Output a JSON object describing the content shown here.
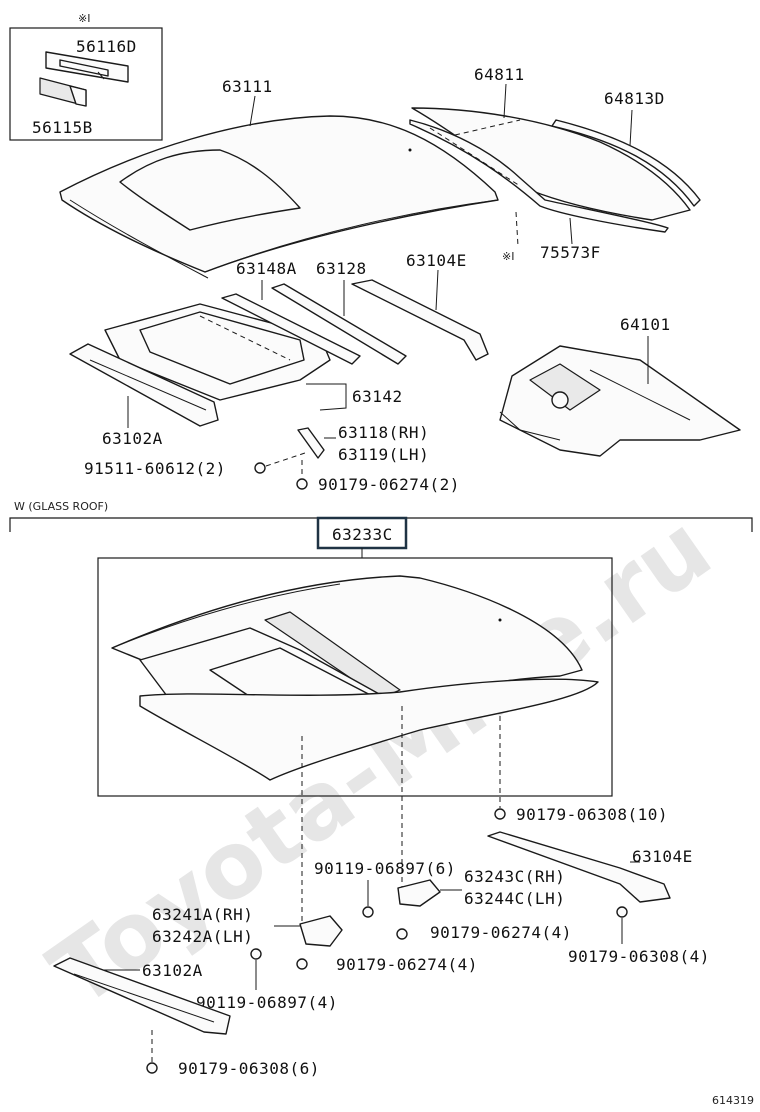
{
  "watermark": "Toyota-Mine.ru",
  "diagram_id": "614319",
  "section_glass_roof": "W (GLASS ROOF)",
  "note_mark_1": "※Ⅰ",
  "note_mark_2": "※Ⅰ",
  "labels": {
    "p56116D": "56116D",
    "p56115B": "56115B",
    "p63111": "63111",
    "p64811": "64811",
    "p64813D": "64813D",
    "p75573F": "75573F",
    "p63148A": "63148A",
    "p63128": "63128",
    "p63104E_top": "63104E",
    "p64101": "64101",
    "p63142": "63142",
    "p63102A_top": "63102A",
    "p63118": "63118(RH)",
    "p63119": "63119(LH)",
    "p91511": "91511-60612(2)",
    "p90179_06274_2": "90179-06274(2)",
    "p63233C": "63233C",
    "p90179_06308_10": "90179-06308(10)",
    "p63104E_bot": "63104E",
    "p90119_06897_6": "90119-06897(6)",
    "p63243C": "63243C(RH)",
    "p63244C": "63244C(LH)",
    "p90179_06274_4a": "90179-06274(4)",
    "p90179_06308_4": "90179-06308(4)",
    "p63241A": "63241A(RH)",
    "p63242A": "63242A(LH)",
    "p90179_06274_4b": "90179-06274(4)",
    "p63102A_bot": "63102A",
    "p90119_06897_4": "90119-06897(4)",
    "p90179_06308_6": "90179-06308(6)"
  }
}
